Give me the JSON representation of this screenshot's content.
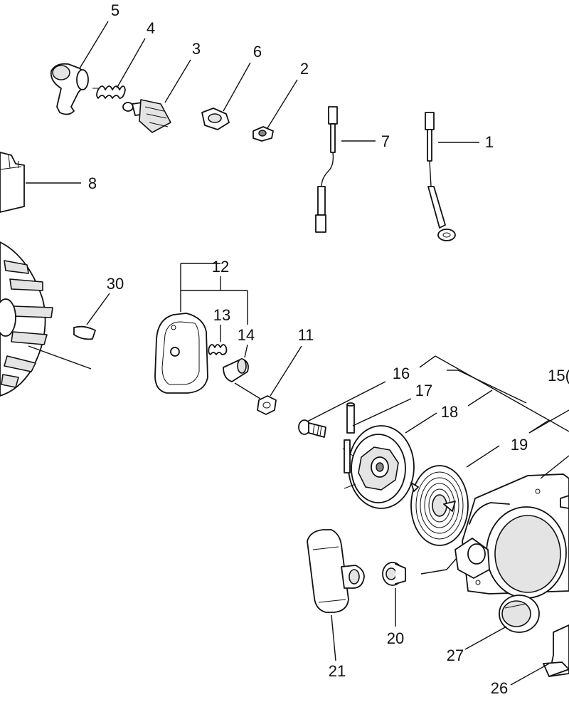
{
  "callouts": {
    "c1": "1",
    "c2": "2",
    "c3": "3",
    "c4": "4",
    "c5": "5",
    "c6": "6",
    "c7": "7",
    "c8": "8",
    "c11": "11",
    "c12": "12",
    "c13": "13",
    "c14": "14",
    "c15": "15(",
    "c16": "16",
    "c17": "17",
    "c18": "18",
    "c19": "19",
    "c20": "20",
    "c21": "21",
    "c26": "26",
    "c27": "27",
    "c30": "30"
  }
}
